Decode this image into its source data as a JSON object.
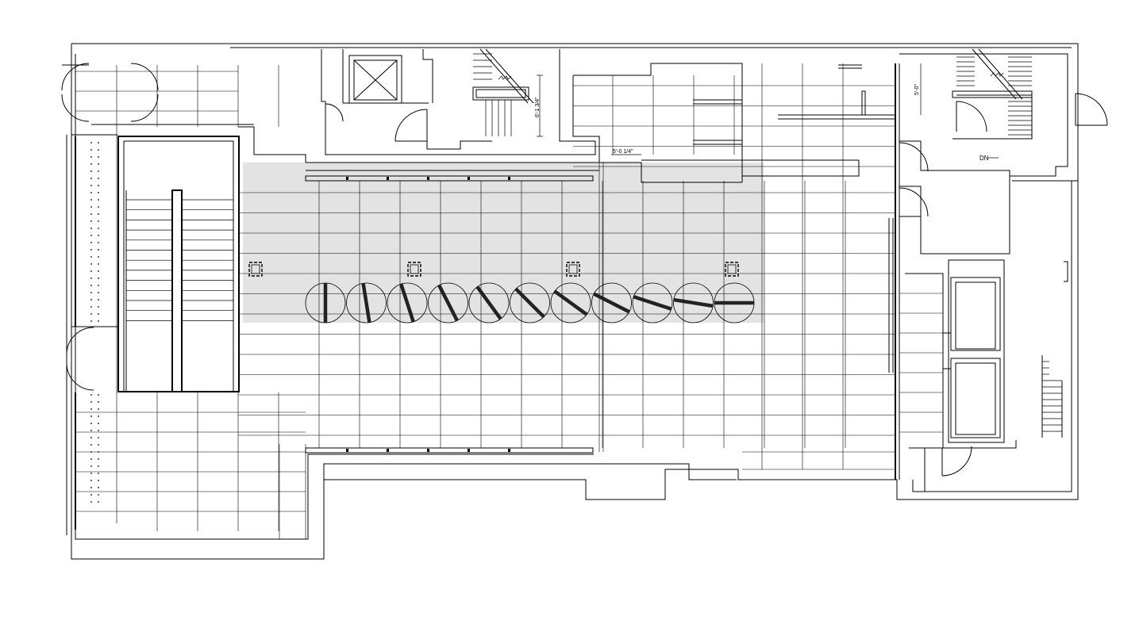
{
  "plan": {
    "labels": {
      "dim_stair_height": "6'-1 3/4\"",
      "dim_corridor": "5'-0 1/4\"",
      "dim_right_stair": "5'-0\"",
      "stair_dn": "DN"
    },
    "colors": {
      "line": "#000000",
      "highlight_zone": "#e3e3e3",
      "background": "#ffffff"
    },
    "pivot_panel_count": 11,
    "column_count": 4
  }
}
